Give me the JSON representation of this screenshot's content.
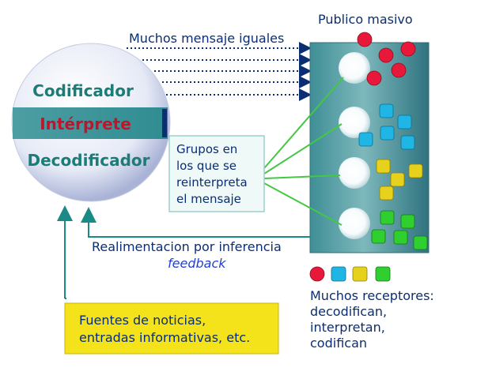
{
  "circle": {
    "codificador": "Codificador",
    "interprete": "Intérprete",
    "decodificador": "Decodificador"
  },
  "labels": {
    "publico_masivo": "Publico masivo",
    "muchos_mensajes": "Muchos mensaje iguales",
    "grupos": [
      "Grupos en",
      "los que se",
      "reinterpreta",
      "el mensaje"
    ],
    "realimentacion": "Realimentacion por inferencia",
    "feedback": "feedback",
    "receptores": [
      "Muchos receptores:",
      "decodifican,",
      "interpretan,",
      "codifican"
    ],
    "fuentes": [
      "Fuentes de noticias,",
      "entradas informativas, etc."
    ]
  },
  "colors": {
    "red": "#e8183a",
    "cyan": "#1fb6e6",
    "yellow": "#e6d21c",
    "green": "#2ecf2e",
    "teal": "#1a8a86",
    "navy": "#0b2e73",
    "dark_red": "#c0142a",
    "panel": "#5fa6a9",
    "callout": "#f4e31a"
  }
}
